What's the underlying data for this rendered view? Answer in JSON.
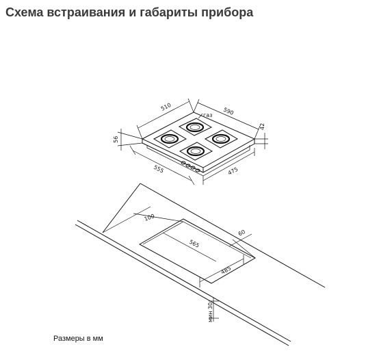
{
  "page": {
    "title": "Схема встраивания и габариты прибора",
    "footnote": "Размеры в мм"
  },
  "hob_dimensions": {
    "depth_top": "510",
    "width_top": "590",
    "gas_label": "газ",
    "height_back": "42",
    "height_left": "56",
    "depth_bottom": "555",
    "width_bottom": "475"
  },
  "cutout_dimensions": {
    "front_clearance": "100",
    "cutout_width": "565",
    "back_clearance": "60",
    "cutout_depth": "485",
    "min_thickness": "мин 30"
  }
}
